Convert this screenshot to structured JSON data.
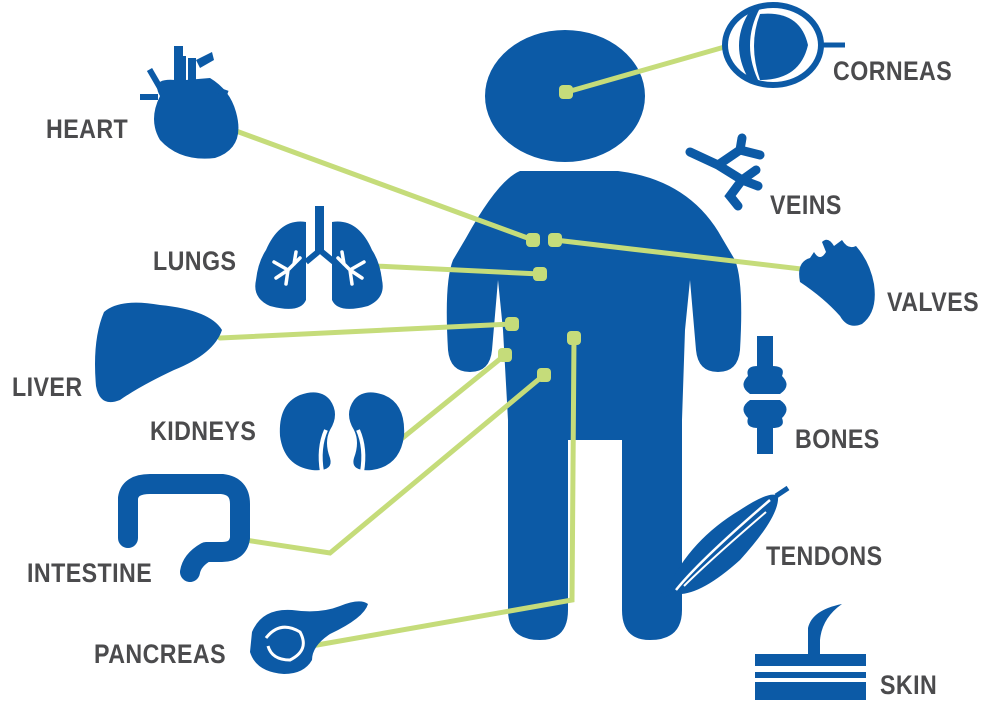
{
  "colors": {
    "figure": "#0c5aa6",
    "connector": "#c5dc7a",
    "label": "#4b4b4d",
    "background": "#ffffff"
  },
  "labels": {
    "corneas": "CORNEAS",
    "heart": "HEART",
    "veins": "VEINS",
    "lungs": "LUNGS",
    "valves": "VALVES",
    "liver": "LIVER",
    "bones": "BONES",
    "kidneys": "KIDNEYS",
    "intestine": "INTESTINE",
    "tendons": "TENDONS",
    "pancreas": "PANCREAS",
    "skin": "SKIN"
  },
  "icons": [
    "human-figure-icon",
    "eye-icon",
    "heart-icon",
    "veins-icon",
    "lungs-icon",
    "heart-valve-icon",
    "liver-icon",
    "bone-icon",
    "kidneys-icon",
    "intestine-icon",
    "tendon-icon",
    "pancreas-icon",
    "skin-icon"
  ]
}
